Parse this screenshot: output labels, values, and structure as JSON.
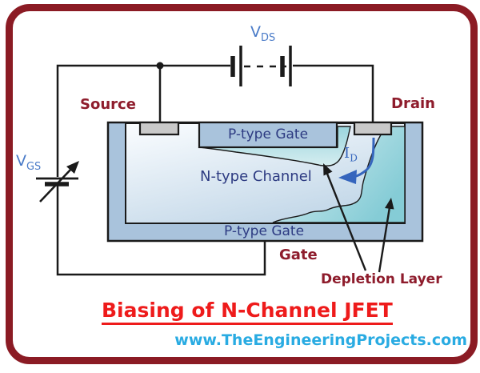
{
  "diagram": {
    "title": "Biasing of N-Channel JFET",
    "website": "www.TheEngineeringProjects.com",
    "labels": {
      "vds": {
        "main": "V",
        "sub": "DS"
      },
      "vgs": {
        "main": "V",
        "sub": "GS"
      },
      "id": {
        "main": "I",
        "sub": "D"
      },
      "source": "Source",
      "drain": "Drain",
      "gate": "Gate",
      "depletion": "Depletion Layer",
      "p_gate_top": "P-type Gate",
      "p_gate_bottom": "P-type Gate",
      "n_channel": "N-type Channel"
    }
  },
  "colors": {
    "border-maroon": "#8b1b24",
    "label-maroon": "#8e1c2c",
    "title-red": "#ee1b1b",
    "website-blue": "#29abe2",
    "voltage-blue": "#4a7bc8",
    "current-blue": "#3565bd",
    "text-navy": "#2d3b82",
    "body-steel": "#a9c3dc",
    "contact-gray": "#c9c9c9",
    "channel-light": "#fbfdff",
    "channel-shade": "#c2d7e8",
    "depletion-teal": "#8ccfd8",
    "depletion-light": "#ddf0f3",
    "wire-black": "#1a1a1a"
  }
}
